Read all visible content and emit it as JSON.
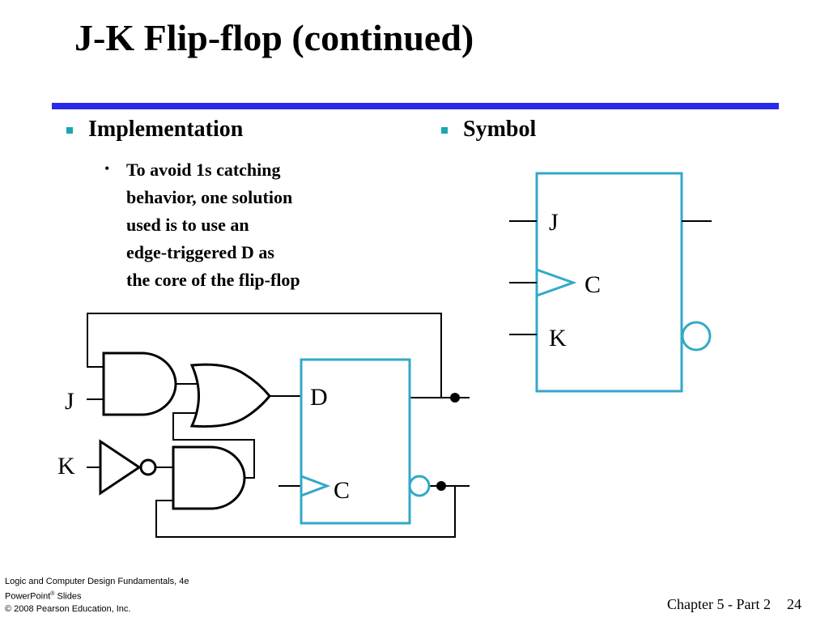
{
  "title": "J-K Flip-flop (continued)",
  "colors": {
    "title_rule": "#2a2ae8",
    "bullet": "#19a7b5",
    "flipflop_outline": "#33a8c8",
    "wire": "#000000"
  },
  "left_column": {
    "bullet_label": "Implementation",
    "sub_bullet_lines": [
      "To avoid 1s catching",
      "behavior, one solution",
      "used is to use an",
      "edge-triggered D as",
      "the core of the flip-flop"
    ]
  },
  "right_column": {
    "bullet_label": "Symbol"
  },
  "implementation_diagram": {
    "input_j": "J",
    "input_k": "K",
    "dff_d": "D",
    "dff_c": "C"
  },
  "symbol_diagram": {
    "pin_j": "J",
    "pin_c": "C",
    "pin_k": "K"
  },
  "footer": {
    "line1": "Logic and Computer Design Fundamentals, 4e",
    "line2_main": "PowerPoint",
    "line2_reg": "®",
    "line2_rest": " Slides",
    "line3": "© 2008 Pearson Education, Inc.",
    "chapter": "Chapter 5 - Part 2",
    "page": "24"
  }
}
